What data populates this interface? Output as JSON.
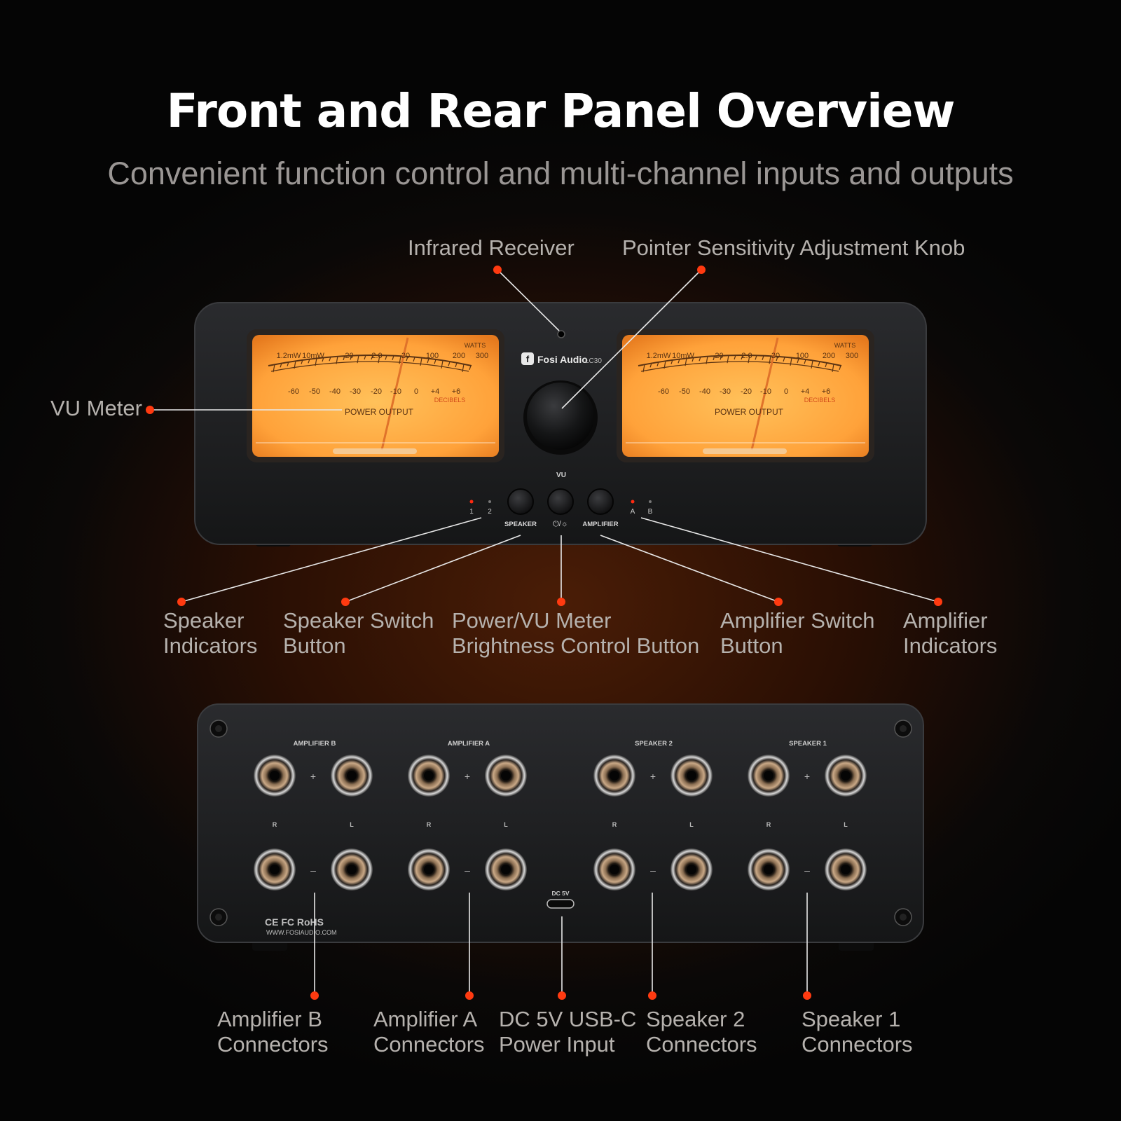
{
  "header": {
    "title": "Front and Rear Panel Overview",
    "subtitle": "Convenient function control and multi-channel inputs and outputs"
  },
  "callouts": {
    "infrared_receiver": "Infrared Receiver",
    "pointer_knob": "Pointer Sensitivity Adjustment Knob",
    "vu_meter": "VU Meter",
    "speaker_indicators": [
      "Speaker",
      "Indicators"
    ],
    "speaker_switch": [
      "Speaker Switch",
      "Button"
    ],
    "power_vu": [
      "Power/VU Meter",
      "Brightness Control Button"
    ],
    "amplifier_switch": [
      "Amplifier Switch",
      "Button"
    ],
    "amplifier_indicators": [
      "Amplifier",
      "Indicators"
    ],
    "amp_b_connectors": [
      "Amplifier B",
      "Connectors"
    ],
    "amp_a_connectors": [
      "Amplifier A",
      "Connectors"
    ],
    "dc_input": [
      "DC 5V USB-C",
      "Power Input"
    ],
    "speaker2_connectors": [
      "Speaker 2",
      "Connectors"
    ],
    "speaker1_connectors": [
      "Speaker 1",
      "Connectors"
    ]
  },
  "front_panel": {
    "brand": "Fosi Audio",
    "model": "LC30",
    "meter": {
      "watts_label": "WATTS",
      "watts_scale": [
        "1.2mW",
        "10mW",
        ".20",
        "2.0",
        "20",
        "100",
        "200",
        "300"
      ],
      "db_scale": [
        "-60",
        "-50",
        "-40",
        "-30",
        "-20",
        "-10",
        "0",
        "+4",
        "+6"
      ],
      "decibels_label": "DECIBELS",
      "power_output_label": "POWER  OUTPUT"
    },
    "vu_label": "VU",
    "speaker_ind": [
      "1",
      "2"
    ],
    "amplifier_ind": [
      "A",
      "B"
    ],
    "speaker_button_label": "SPEAKER",
    "power_button_label": "⏻/☼",
    "amplifier_button_label": "AMPLIFIER"
  },
  "rear_panel": {
    "groups": [
      "AMPLIFIER  B",
      "AMPLIFIER  A",
      "SPEAKER 2",
      "SPEAKER 1"
    ],
    "plus": "+",
    "minus": "–",
    "right_label": "R",
    "left_label": "L",
    "dc_label": "DC 5V",
    "certs": "CE FC RoHS",
    "website": "WWW.FOSIAUDIO.COM"
  },
  "colors": {
    "accent_dot": "#ff3a10",
    "meter_face": "#ffa23a",
    "chassis": "#1d1e20",
    "label": "#b6b2ae"
  }
}
